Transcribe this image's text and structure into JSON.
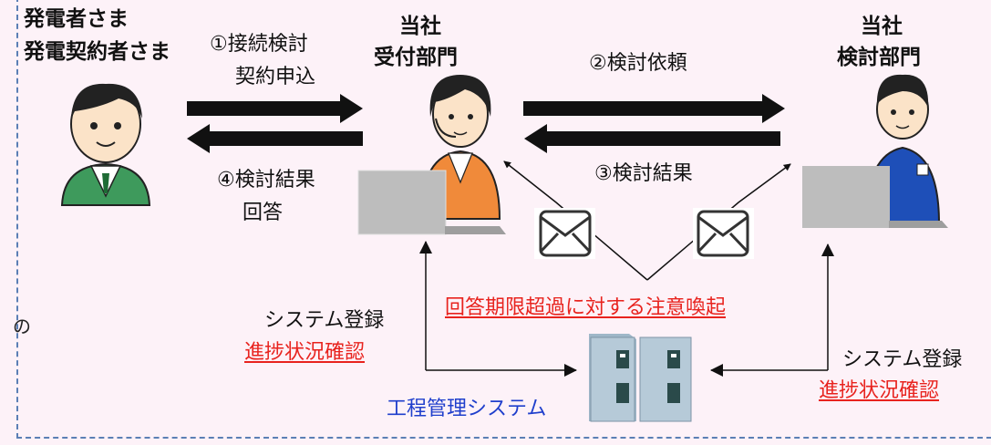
{
  "applicant": {
    "line1": "発電者さま",
    "line2": "発電契約者さま"
  },
  "reception": {
    "line1": "当社",
    "line2": "受付部門"
  },
  "review": {
    "line1": "当社",
    "line2": "検討部門"
  },
  "steps": {
    "s1_line1": "①接続検討",
    "s1_line2": "契約申込",
    "s2": "②検討依頼",
    "s3": "③検討結果",
    "s4_line1": "④検討結果",
    "s4_line2": "回答"
  },
  "alert": "回答期限超過に対する注意喚起",
  "left_system": {
    "line1": "システム登録",
    "line2": "進捗状況確認"
  },
  "right_system": {
    "line1": "システム登録",
    "line2": "進捗状況確認"
  },
  "system_name": "工程管理システム",
  "edge_fragment": "の",
  "colors": {
    "accent_red": "#e8231e",
    "system_blue": "#1f3fcc",
    "background": "#fdf2f8",
    "frame": "#5b7fb5"
  }
}
